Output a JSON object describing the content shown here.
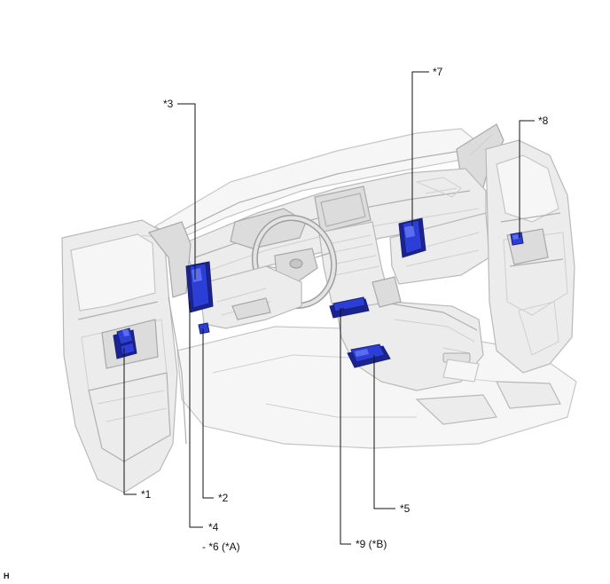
{
  "callouts": {
    "c1": "*1",
    "c2": "*2",
    "c3": "*3",
    "c4": "*4",
    "c5": "*5",
    "c6": "- *6 (*A)",
    "c7": "*7",
    "c8": "*8",
    "c9": "*9 (*B)"
  },
  "corner_label": "H",
  "colors": {
    "component_highlight": "#2b3fd6",
    "component_shadow": "#1a2490",
    "interior_fill": "#ececec",
    "leader_line": "#111111"
  }
}
